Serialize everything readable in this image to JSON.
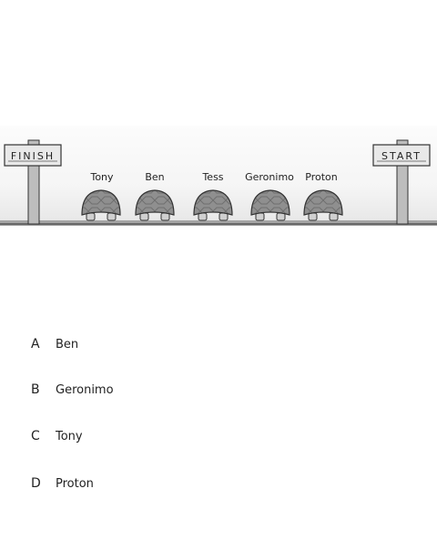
{
  "scene": {
    "finish_label": "FINISH",
    "start_label": "START",
    "racers": [
      "Tony",
      "Ben",
      "Tess",
      "Geronimo",
      "Proton"
    ]
  },
  "options": [
    {
      "letter": "A",
      "text": "Ben"
    },
    {
      "letter": "B",
      "text": "Geronimo"
    },
    {
      "letter": "C",
      "text": "Tony"
    },
    {
      "letter": "D",
      "text": "Proton"
    }
  ]
}
